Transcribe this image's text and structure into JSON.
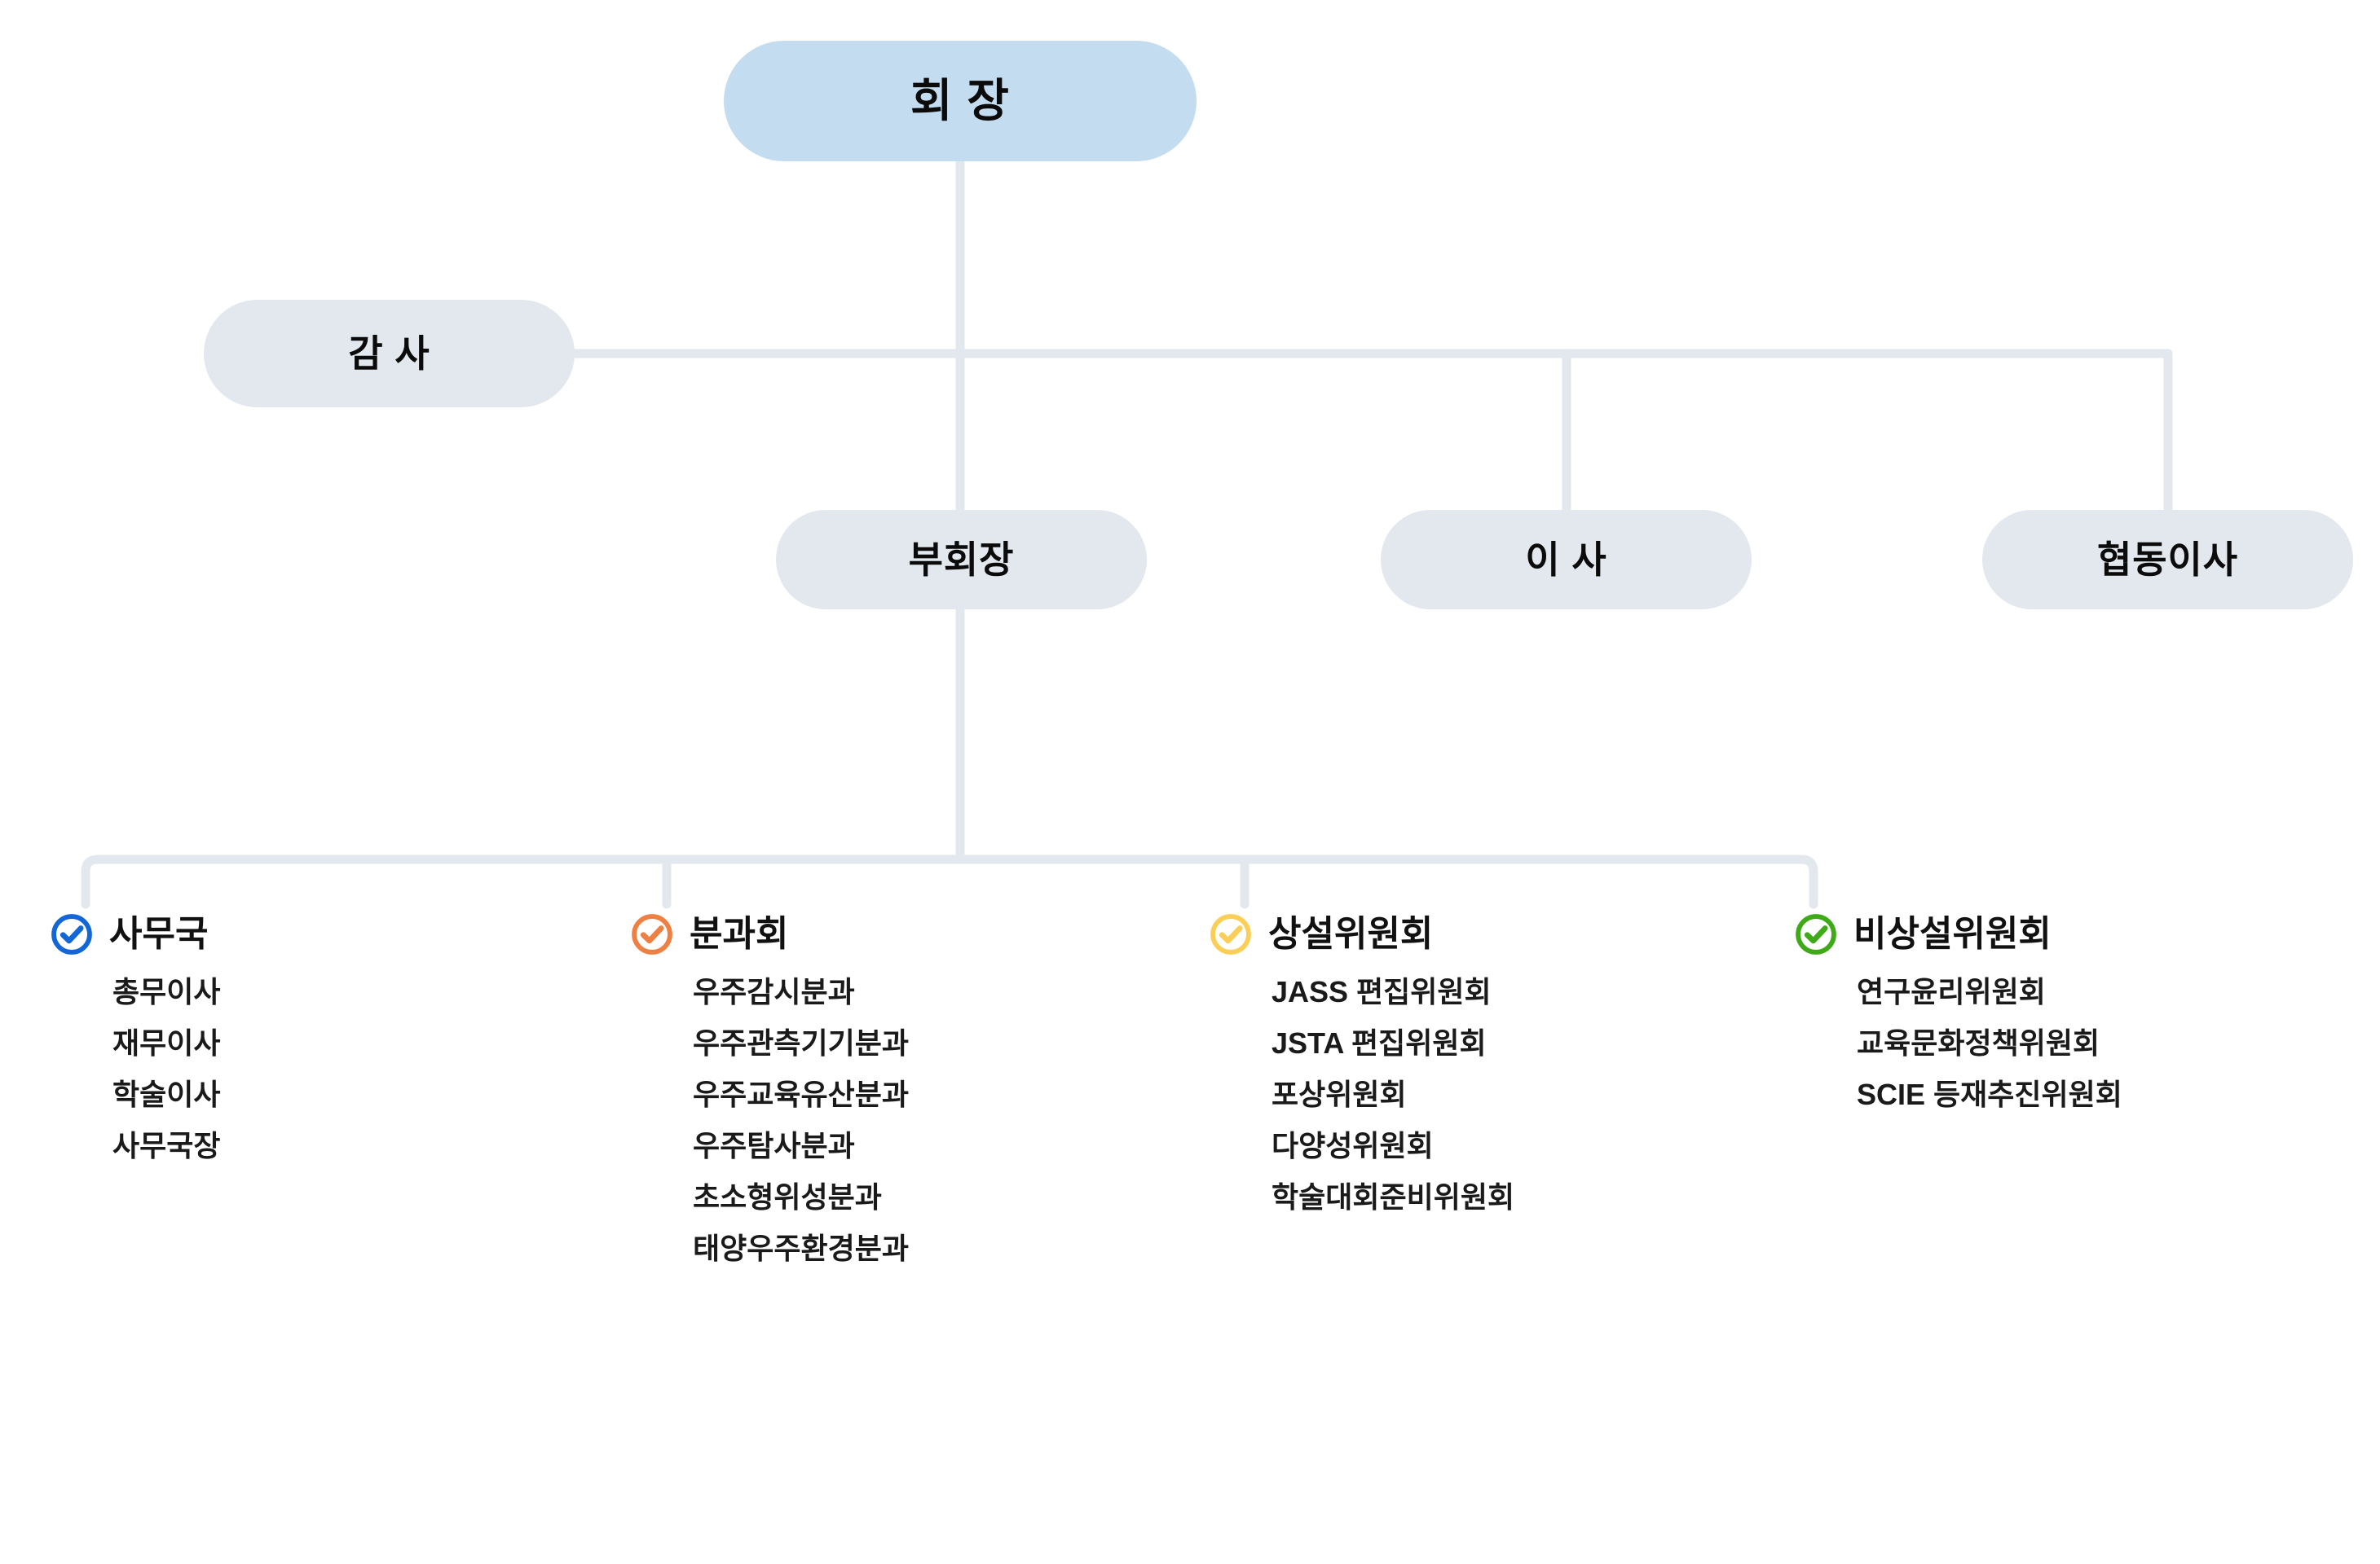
{
  "chart_data": {
    "type": "diagram",
    "title": "",
    "orientation": "top-down",
    "line_color": "#e2e8ed",
    "nodes": [
      {
        "id": "president",
        "label": "회 장",
        "level": 1,
        "fill": "#c4dcef"
      },
      {
        "id": "auditor",
        "label": "감 사",
        "level": 2,
        "fill": "#e2e8ed"
      },
      {
        "id": "vice",
        "label": "부회장",
        "level": 3,
        "fill": "#e2e8ed"
      },
      {
        "id": "director",
        "label": "이 사",
        "level": 3,
        "fill": "#e2e8ed"
      },
      {
        "id": "codirector",
        "label": "협동이사",
        "level": 3,
        "fill": "#e2e8ed"
      }
    ],
    "edges": [
      {
        "from": "president",
        "to": "auditor"
      },
      {
        "from": "president",
        "to": "vice"
      },
      {
        "from": "president",
        "to": "director"
      },
      {
        "from": "president",
        "to": "codirector"
      },
      {
        "from": "vice",
        "to": "secretariat"
      },
      {
        "from": "vice",
        "to": "divisions"
      },
      {
        "from": "vice",
        "to": "standing"
      },
      {
        "from": "vice",
        "to": "nonstanding"
      }
    ]
  },
  "nodes": {
    "president": {
      "label": "회 장"
    },
    "auditor": {
      "label": "감 사"
    },
    "vice": {
      "label": "부회장"
    },
    "director": {
      "label": "이 사"
    },
    "codirector": {
      "label": "협동이사"
    }
  },
  "groups": [
    {
      "id": "secretariat",
      "title": "사무국",
      "icon": "check-circle-icon",
      "color": "#1366d6",
      "items": [
        "총무이사",
        "재무이사",
        "학술이사",
        "사무국장"
      ]
    },
    {
      "id": "divisions",
      "title": "분과회",
      "icon": "check-circle-icon",
      "color": "#ef8043",
      "items": [
        "우주감시분과",
        "우주관측기기분과",
        "우주교육유산분과",
        "우주탐사분과",
        "초소형위성분과",
        "태양우주환경분과"
      ]
    },
    {
      "id": "standing",
      "title": "상설위원회",
      "icon": "check-circle-icon",
      "color": "#fbcf57",
      "items": [
        "JASS 편집위원회",
        "JSTA 편집위원회",
        "포상위원회",
        "다양성위원회",
        "학술대회준비위원회"
      ]
    },
    {
      "id": "nonstanding",
      "title": "비상설위원회",
      "icon": "check-circle-icon",
      "color": "#3faa17",
      "items": [
        "연구윤리위원회",
        "교육문화정책위원회",
        "SCIE 등재추진위원회"
      ]
    }
  ]
}
